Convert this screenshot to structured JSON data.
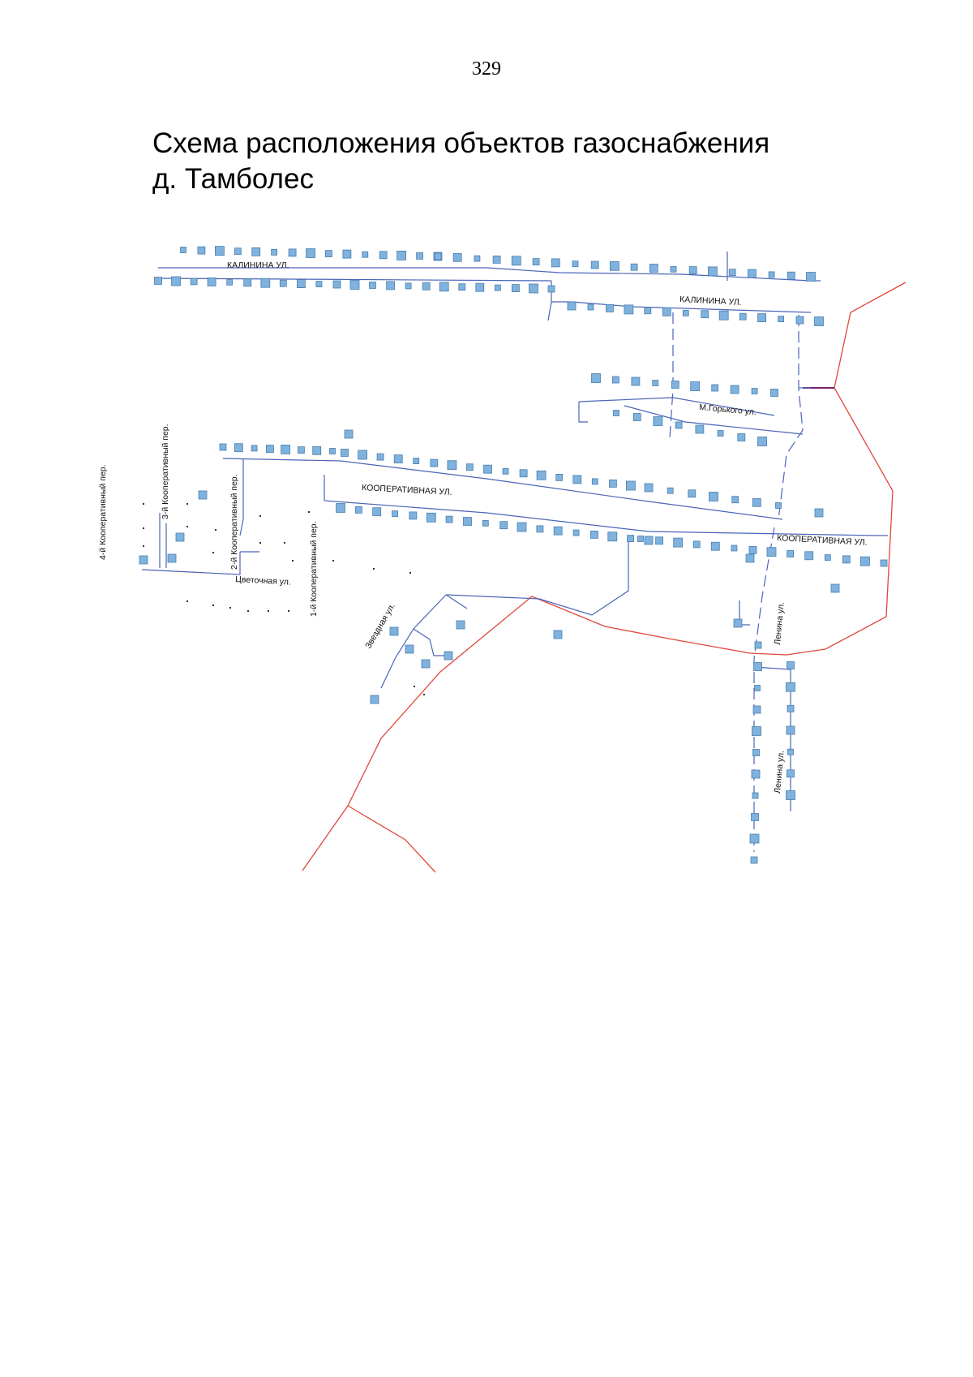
{
  "page_number": "329",
  "title_line1": "Схема расположения объектов газоснабжения",
  "title_line2": "д. Тамболес",
  "colors": {
    "house_fill": "#7fb2dc",
    "house_stroke": "#4a7fb0",
    "gas_pipeline": "#4a64b8",
    "settlement_boundary": "#e0463a",
    "boundary_crossing": "#7a1e6a"
  },
  "icons": {
    "house": "house-icon",
    "plot_marker": "plot-marker-icon"
  },
  "streets": {
    "kalinina_west": "КАЛИНИНА УЛ.",
    "kalinina_east": "КАЛИНИНА УЛ.",
    "gorkogo": "М.Горького ул.",
    "kooperativnaya_west": "КООПЕРАТИВНАЯ УЛ.",
    "kooperativnaya_east": "КООПЕРАТИВНАЯ УЛ.",
    "lenin_north": "Ленина ул.",
    "lenin_south": "Ленина ул.",
    "tsvetochnaya": "Цветочная ул.",
    "zvezdnaya": "Звездная ул.",
    "per1": "1-й Кооперативный пер.",
    "per2": "2-й Кооперативный пер.",
    "per3": "3-й Кооперативный пер.",
    "per4": "4-й Кооперативный пер."
  }
}
